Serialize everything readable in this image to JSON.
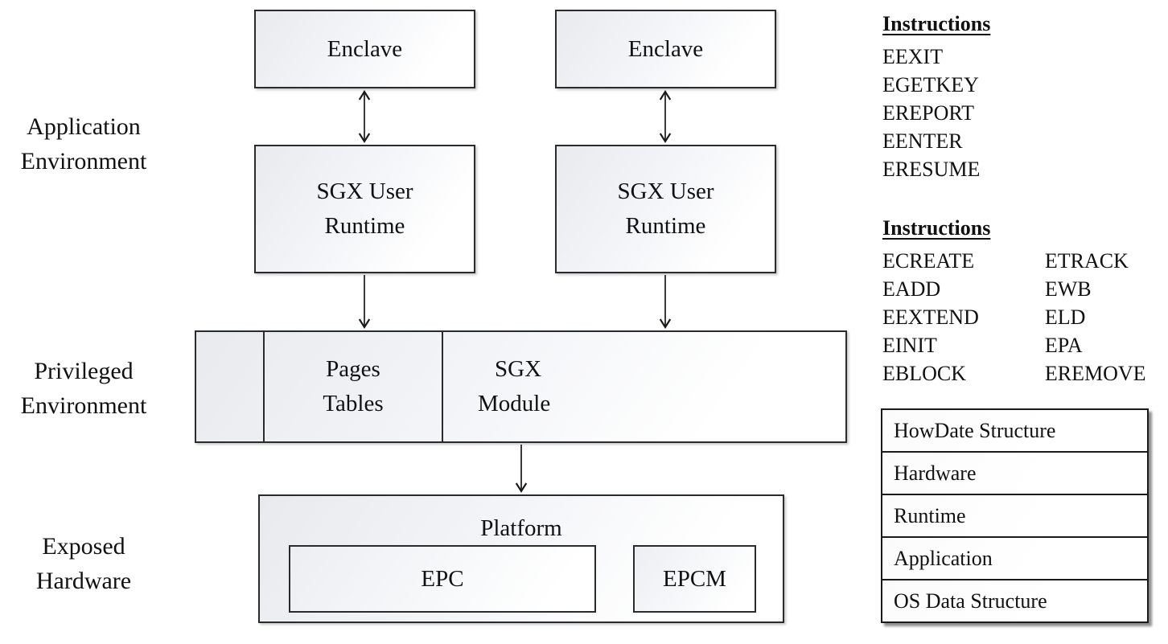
{
  "colors": {
    "border": "#2b2b2b",
    "text": "#111111",
    "box_fill_start": "#e8eaee",
    "box_fill_end": "#ffffff"
  },
  "left_labels": {
    "application_environment": {
      "line1": "Application",
      "line2": "Environment"
    },
    "privileged_environment": {
      "line1": "Privileged",
      "line2": "Environment"
    },
    "exposed_hardware": {
      "line1": "Exposed",
      "line2": "Hardware"
    }
  },
  "boxes": {
    "enclave_left": {
      "label": "Enclave"
    },
    "enclave_right": {
      "label": "Enclave"
    },
    "runtime_left": {
      "line1": "SGX User",
      "line2": "Runtime"
    },
    "runtime_right": {
      "line1": "SGX User",
      "line2": "Runtime"
    },
    "pages_tables": {
      "line1": "Pages",
      "line2": "Tables"
    },
    "sgx_module": {
      "line1": "SGX",
      "line2": "Module"
    },
    "platform": {
      "label": "Platform"
    },
    "epc": {
      "label": "EPC"
    },
    "epcm": {
      "label": "EPCM"
    }
  },
  "instructions_user": {
    "title": "Instructions",
    "items": [
      "EEXIT",
      "EGETKEY",
      "EREPORT",
      "EENTER",
      "ERESUME"
    ]
  },
  "instructions_privileged": {
    "title": "Instructions",
    "col1": [
      "ECREATE",
      "EADD",
      "EEXTEND",
      "EINIT",
      "EBLOCK"
    ],
    "col2": [
      "ETRACK",
      "EWB",
      "ELD",
      "EPA",
      "EREMOVE"
    ]
  },
  "legend": {
    "rows": [
      "HowDate Structure",
      "Hardware",
      "Runtime",
      "Application",
      "OS Data Structure"
    ]
  }
}
